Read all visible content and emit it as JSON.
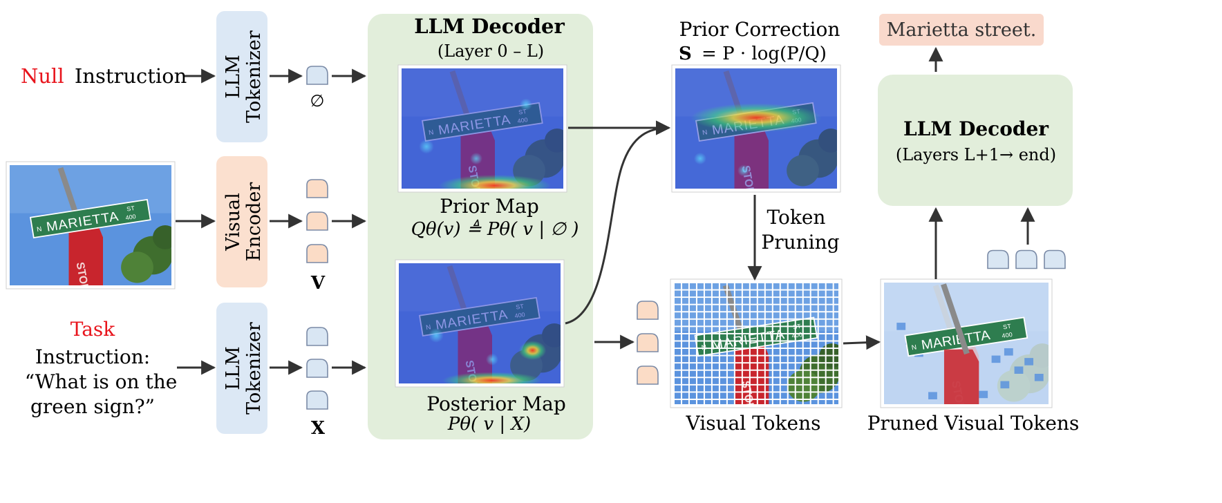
{
  "left_inputs": {
    "null_prefix": "Null",
    "null_rest": "Instruction",
    "null_symbol": "∅",
    "task_prefix": "Task",
    "task_line1": "Instruction:",
    "task_line2": "“What is on the",
    "task_line3": "green sign?”",
    "visual_symbol": "V",
    "text_symbol": "X"
  },
  "modules": {
    "tokenizer_top": [
      "LLM",
      "Tokenizer"
    ],
    "visual_encoder": [
      "Visual",
      "Encoder"
    ],
    "tokenizer_bottom": [
      "LLM",
      "Tokenizer"
    ]
  },
  "decoder_early": {
    "title": "LLM Decoder",
    "subtitle": "(Layer 0 – L)",
    "prior_map_title": "Prior Map",
    "prior_map_formula": "Qθ(v) ≜ Pθ( v | ∅ )",
    "posterior_map_title": "Posterior Map",
    "posterior_map_formula": "Pθ( v | X)"
  },
  "prior_correction": {
    "title": "Prior Correction",
    "formula_lhs": "S",
    "formula_rhs": "=  P  · log(P/Q)"
  },
  "pruning": {
    "label_line1": "Token",
    "label_line2": "Pruning"
  },
  "visual_tokens_label": "Visual Tokens",
  "pruned_tokens_label": "Pruned Visual Tokens",
  "decoder_late": {
    "title": "LLM Decoder",
    "subtitle": "(Layers L+1→ end)"
  },
  "output_text": "Marietta street.",
  "image_content": {
    "sign_text": "N MARIETTA",
    "sign_number_top": "ST",
    "sign_number_bottom": "400",
    "stop_text": "STOP"
  },
  "colors": {
    "tokenizer_fill": "#dce8f5",
    "encoder_fill": "#fbe0cf",
    "decoder_fill": "#e2eedb",
    "output_fill": "#f9d9cc",
    "token_blue": "#d9e6f3",
    "token_peach": "#fbdcc6",
    "sky": "#4a86d8",
    "sign_green": "#2e7d4f",
    "stop_red": "#c8252d",
    "heat_blue": "#3a4fd6",
    "accent_red": "#e8141c"
  }
}
